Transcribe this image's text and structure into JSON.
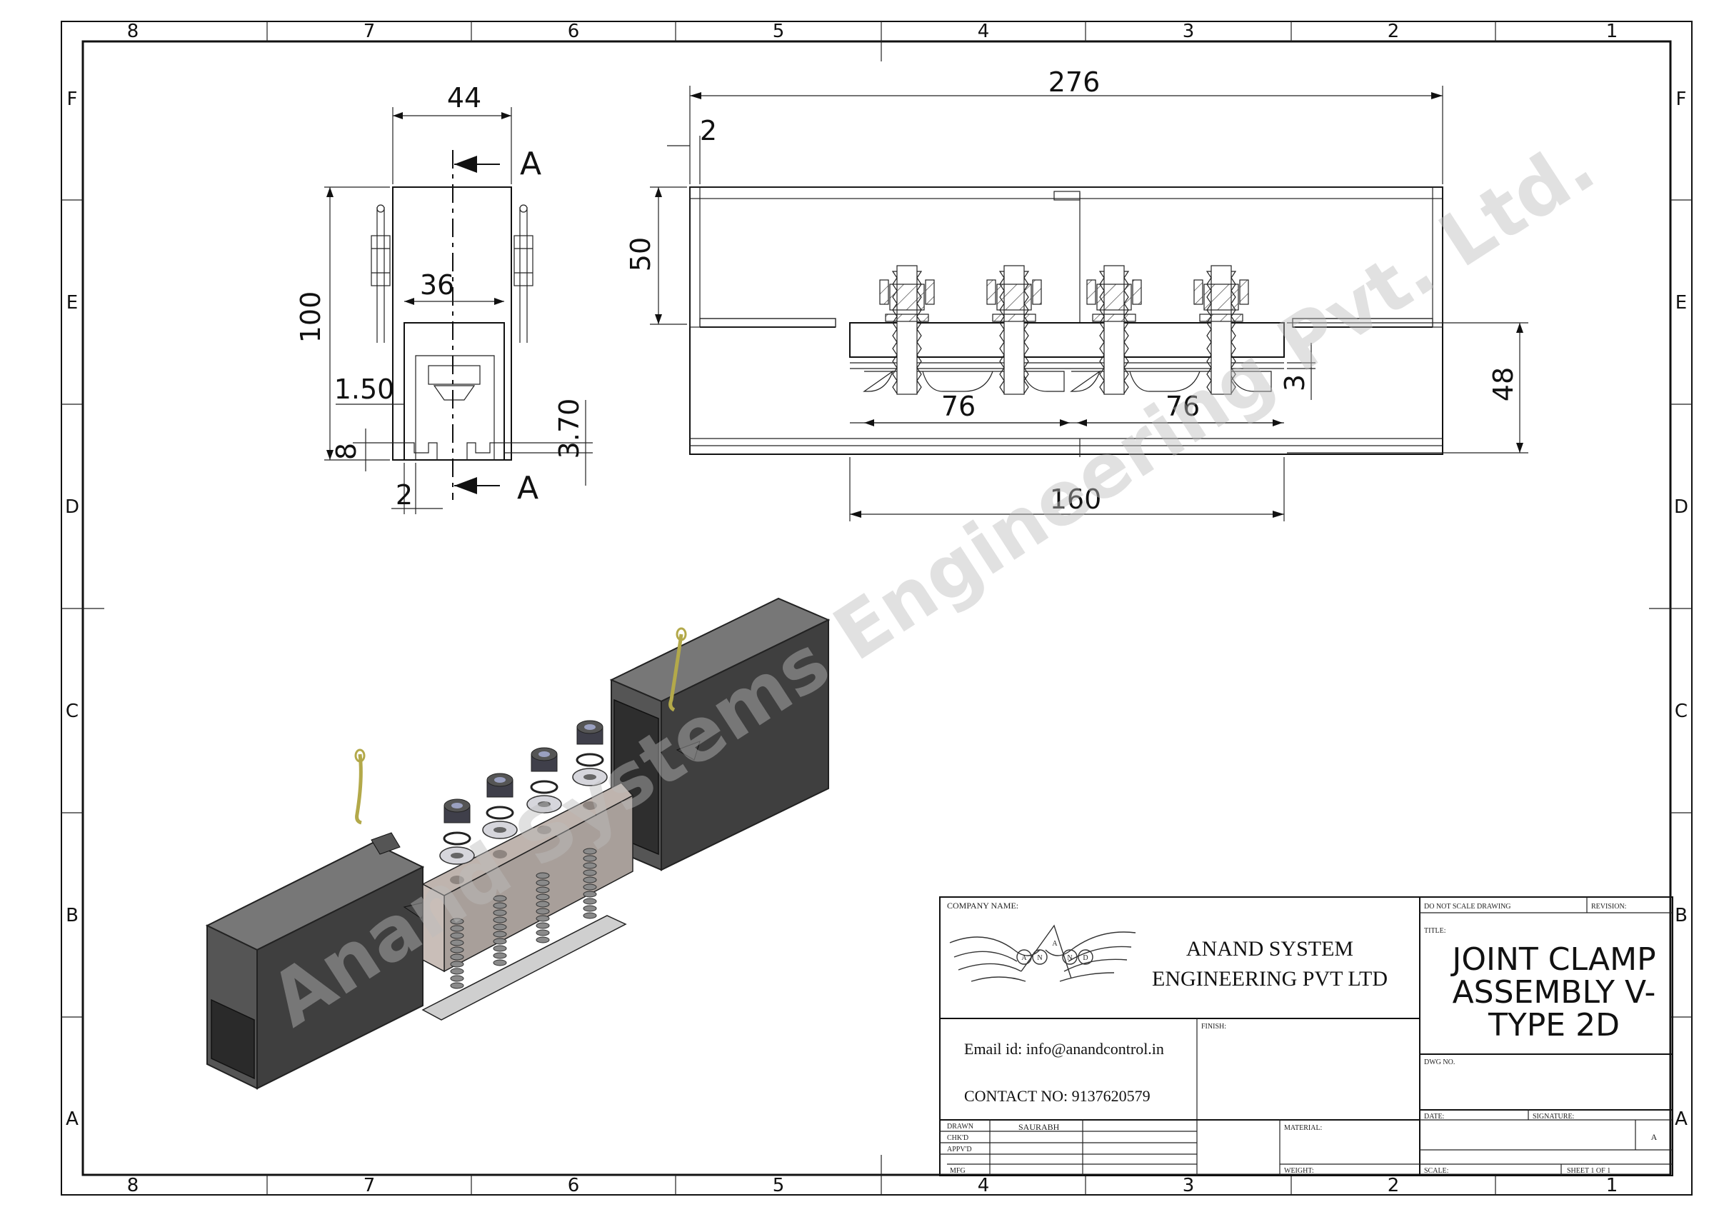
{
  "drawing": {
    "zones": {
      "columns": [
        "8",
        "7",
        "6",
        "5",
        "4",
        "3",
        "2",
        "1"
      ],
      "rows": [
        "F",
        "E",
        "D",
        "C",
        "B",
        "A"
      ]
    },
    "side_view": {
      "dims": {
        "width_top": "44",
        "height": "100",
        "inner_width": "36",
        "wall": "1.50",
        "foot": "8",
        "lip": "3.70",
        "gap": "2"
      },
      "section_label": "A"
    },
    "front_view": {
      "dims": {
        "length": "276",
        "offset": "2",
        "height": "50",
        "clamp_height": "48",
        "groove": "3",
        "pitch_left": "76",
        "pitch_right": "76",
        "clamp_length": "160"
      }
    },
    "watermark": "Anand Systems Engineering Pvt. Ltd."
  },
  "title_block": {
    "company_name_label": "COMPANY NAME:",
    "logo_letters": [
      "A",
      "N",
      "A",
      "N",
      "D"
    ],
    "company_line1": "ANAND SYSTEM",
    "company_line2": "ENGINEERING PVT LTD",
    "email": "Email id: info@anandcontrol.in",
    "contact": "CONTACT NO: 9137620579",
    "do_not_scale": "DO NOT SCALE DRAWING",
    "revision_label": "REVISION:",
    "title_label": "TITLE:",
    "title_line1": "JOINT CLAMP",
    "title_line2": "ASSEMBLY V-",
    "title_line3": "TYPE 2D",
    "finish_label": "FINISH:",
    "dwg_no_label": "DWG NO.",
    "drawn_label": "DRAWN",
    "drawn_name": "SAURABH",
    "chkd_label": "CHK'D",
    "appvd_label": "APPV'D",
    "mfg_label": "MFG",
    "material_label": "MATERIAL:",
    "weight_label": "WEIGHT:",
    "date_label": "DATE:",
    "signature_label": "SIGNATURE:",
    "size": "A",
    "scale_label": "SCALE:",
    "sheet": "SHEET 1 OF 1"
  },
  "colors": {
    "line": "#111111",
    "body_dark": "#4a4a4a",
    "body_top": "#777777",
    "clamp": "#c9beb8",
    "clamp_front": "#a8a09b",
    "nut": "#3f3f4a",
    "washer": "#d6d6dc",
    "pin": "#d8cf6a",
    "watermark": "#bdbdbd"
  }
}
